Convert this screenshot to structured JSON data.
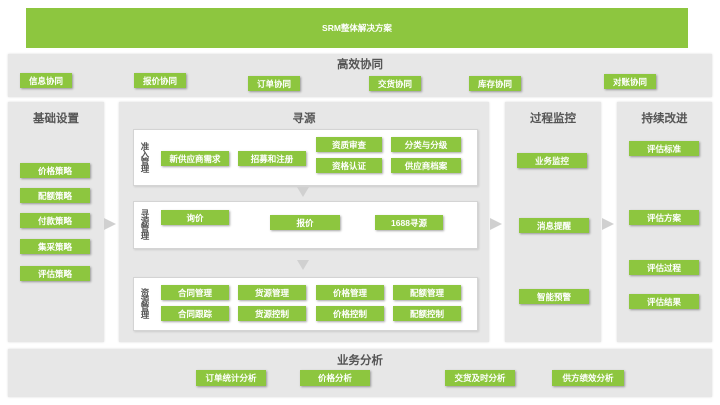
{
  "banner": "SRM整体解决方案",
  "collaboration": {
    "title": "高效协同",
    "items": [
      "信息协同",
      "报价协同",
      "订单协同",
      "交货协同",
      "库存协同",
      "对账协同"
    ]
  },
  "basic": {
    "title": "基础设置",
    "items": [
      "价格策略",
      "配额策略",
      "付款策略",
      "集采策略",
      "评估策略"
    ]
  },
  "sourcing": {
    "title": "寻源",
    "admission": {
      "label": "准入管理",
      "items": [
        "新供应商需求",
        "招募和注册",
        "资质审查",
        "分类与分级",
        "资格认证",
        "供应商档案"
      ]
    },
    "sourcing_mgmt": {
      "label": "寻源管理",
      "items": [
        "询价",
        "报价",
        "1688寻源"
      ]
    },
    "resource_mgmt": {
      "label": "资源管理",
      "items": [
        "合同管理",
        "货源管理",
        "价格管理",
        "配额管理",
        "合同跟踪",
        "货源控制",
        "价格控制",
        "配额控制"
      ]
    }
  },
  "monitoring": {
    "title": "过程监控",
    "items": [
      "业务监控",
      "消息提醒",
      "智能预警"
    ]
  },
  "improvement": {
    "title": "持续改进",
    "items": [
      "评估标准",
      "评估方案",
      "评估过程",
      "评估结果"
    ]
  },
  "analysis": {
    "title": "业务分析",
    "items": [
      "订单统计分析",
      "价格分析",
      "交货及时分析",
      "供方绩效分析"
    ]
  },
  "colors": {
    "accent_green": "#8dc63f",
    "panel_gray": "#e7e7e7",
    "title_gray": "#555555"
  }
}
